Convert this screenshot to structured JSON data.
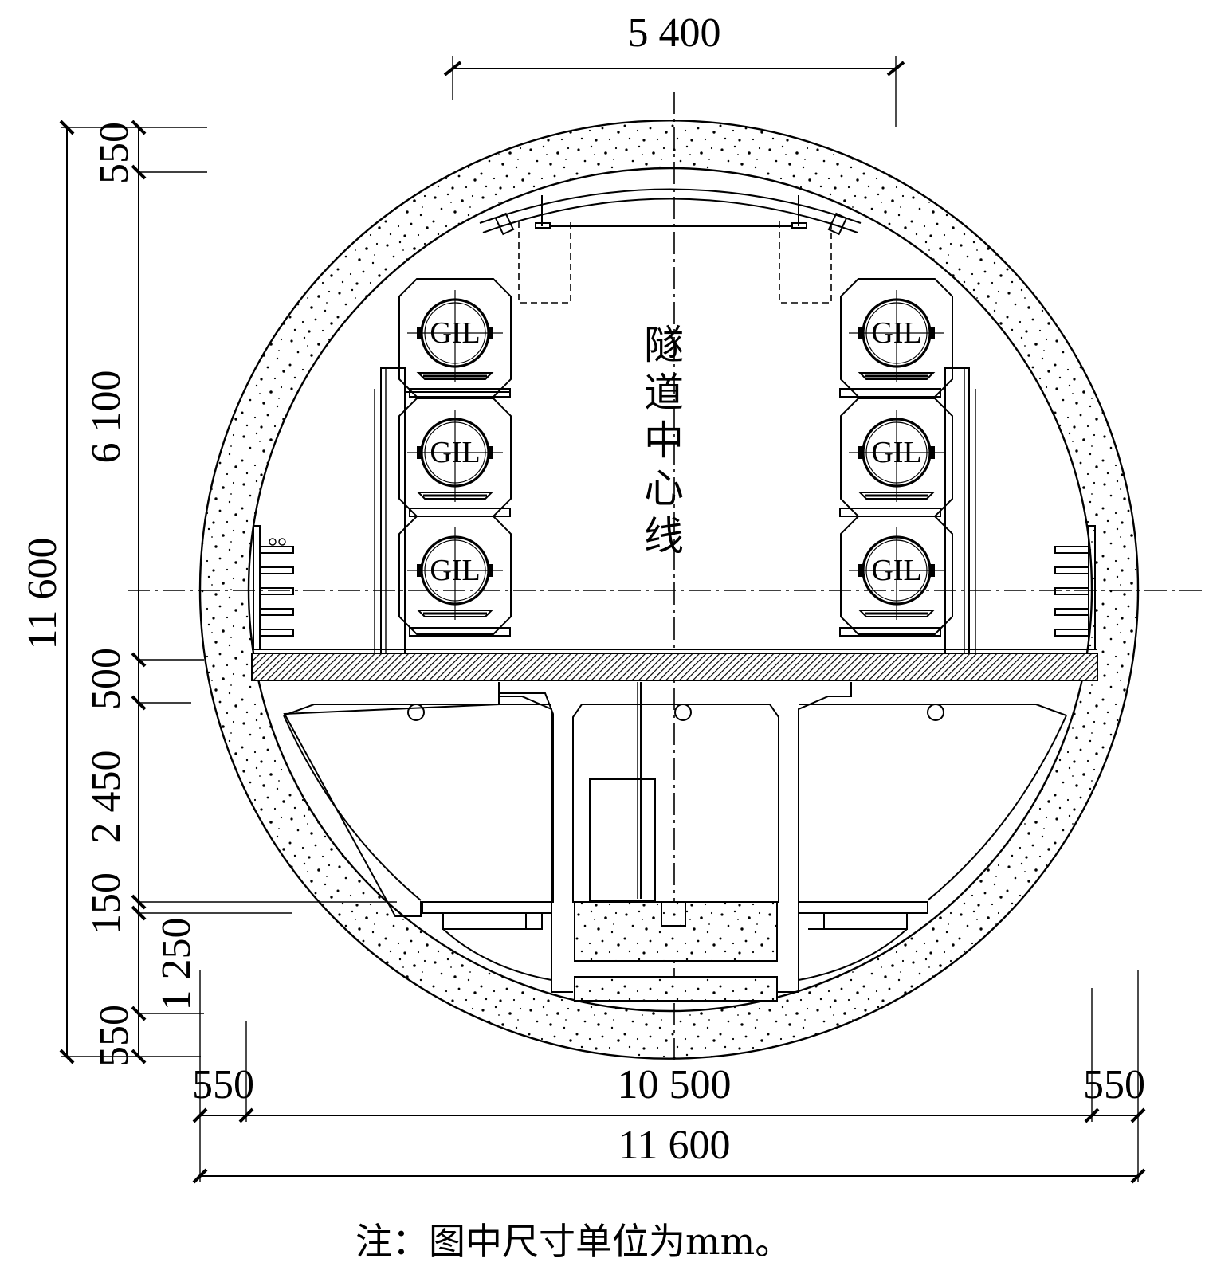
{
  "dimensions": {
    "top_width": "5 400",
    "left_total_height": "11 600",
    "left_upper_550": "550",
    "left_6100": "6 100",
    "left_500": "500",
    "left_2450": "2 450",
    "left_150": "150",
    "left_1250": "1 250",
    "left_lower_550": "550",
    "bottom_left_550": "550",
    "bottom_10500": "10 500",
    "bottom_right_550": "550",
    "bottom_total": "11 600"
  },
  "gil_label": "GIL",
  "centerline_label": [
    "隧",
    "道",
    "中",
    "心",
    "线"
  ],
  "note": "注：图中尺寸单位为mm。"
}
